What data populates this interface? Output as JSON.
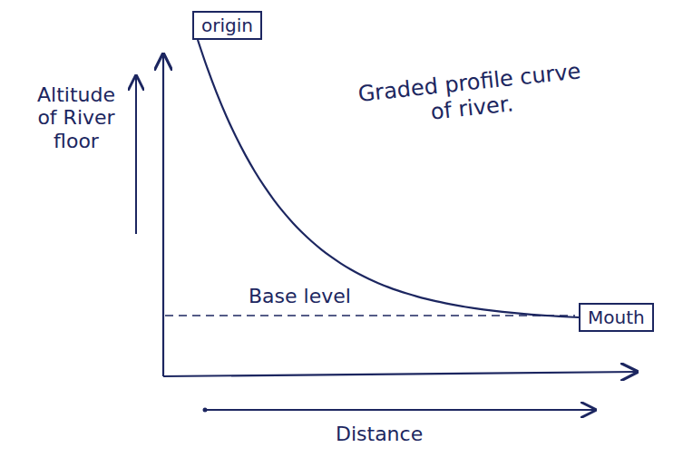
{
  "diagram": {
    "nodes": [
      {
        "text": [
          "origin"
        ]
      },
      {
        "text": [
          "Mouth"
        ]
      }
    ],
    "edges": [
      {
        "from": 0,
        "to": 1,
        "arrow": "none"
      }
    ],
    "labels": [
      "Altitude of River floor",
      "Graded profile curve of river.",
      "Base level",
      "Distance"
    ]
  }
}
